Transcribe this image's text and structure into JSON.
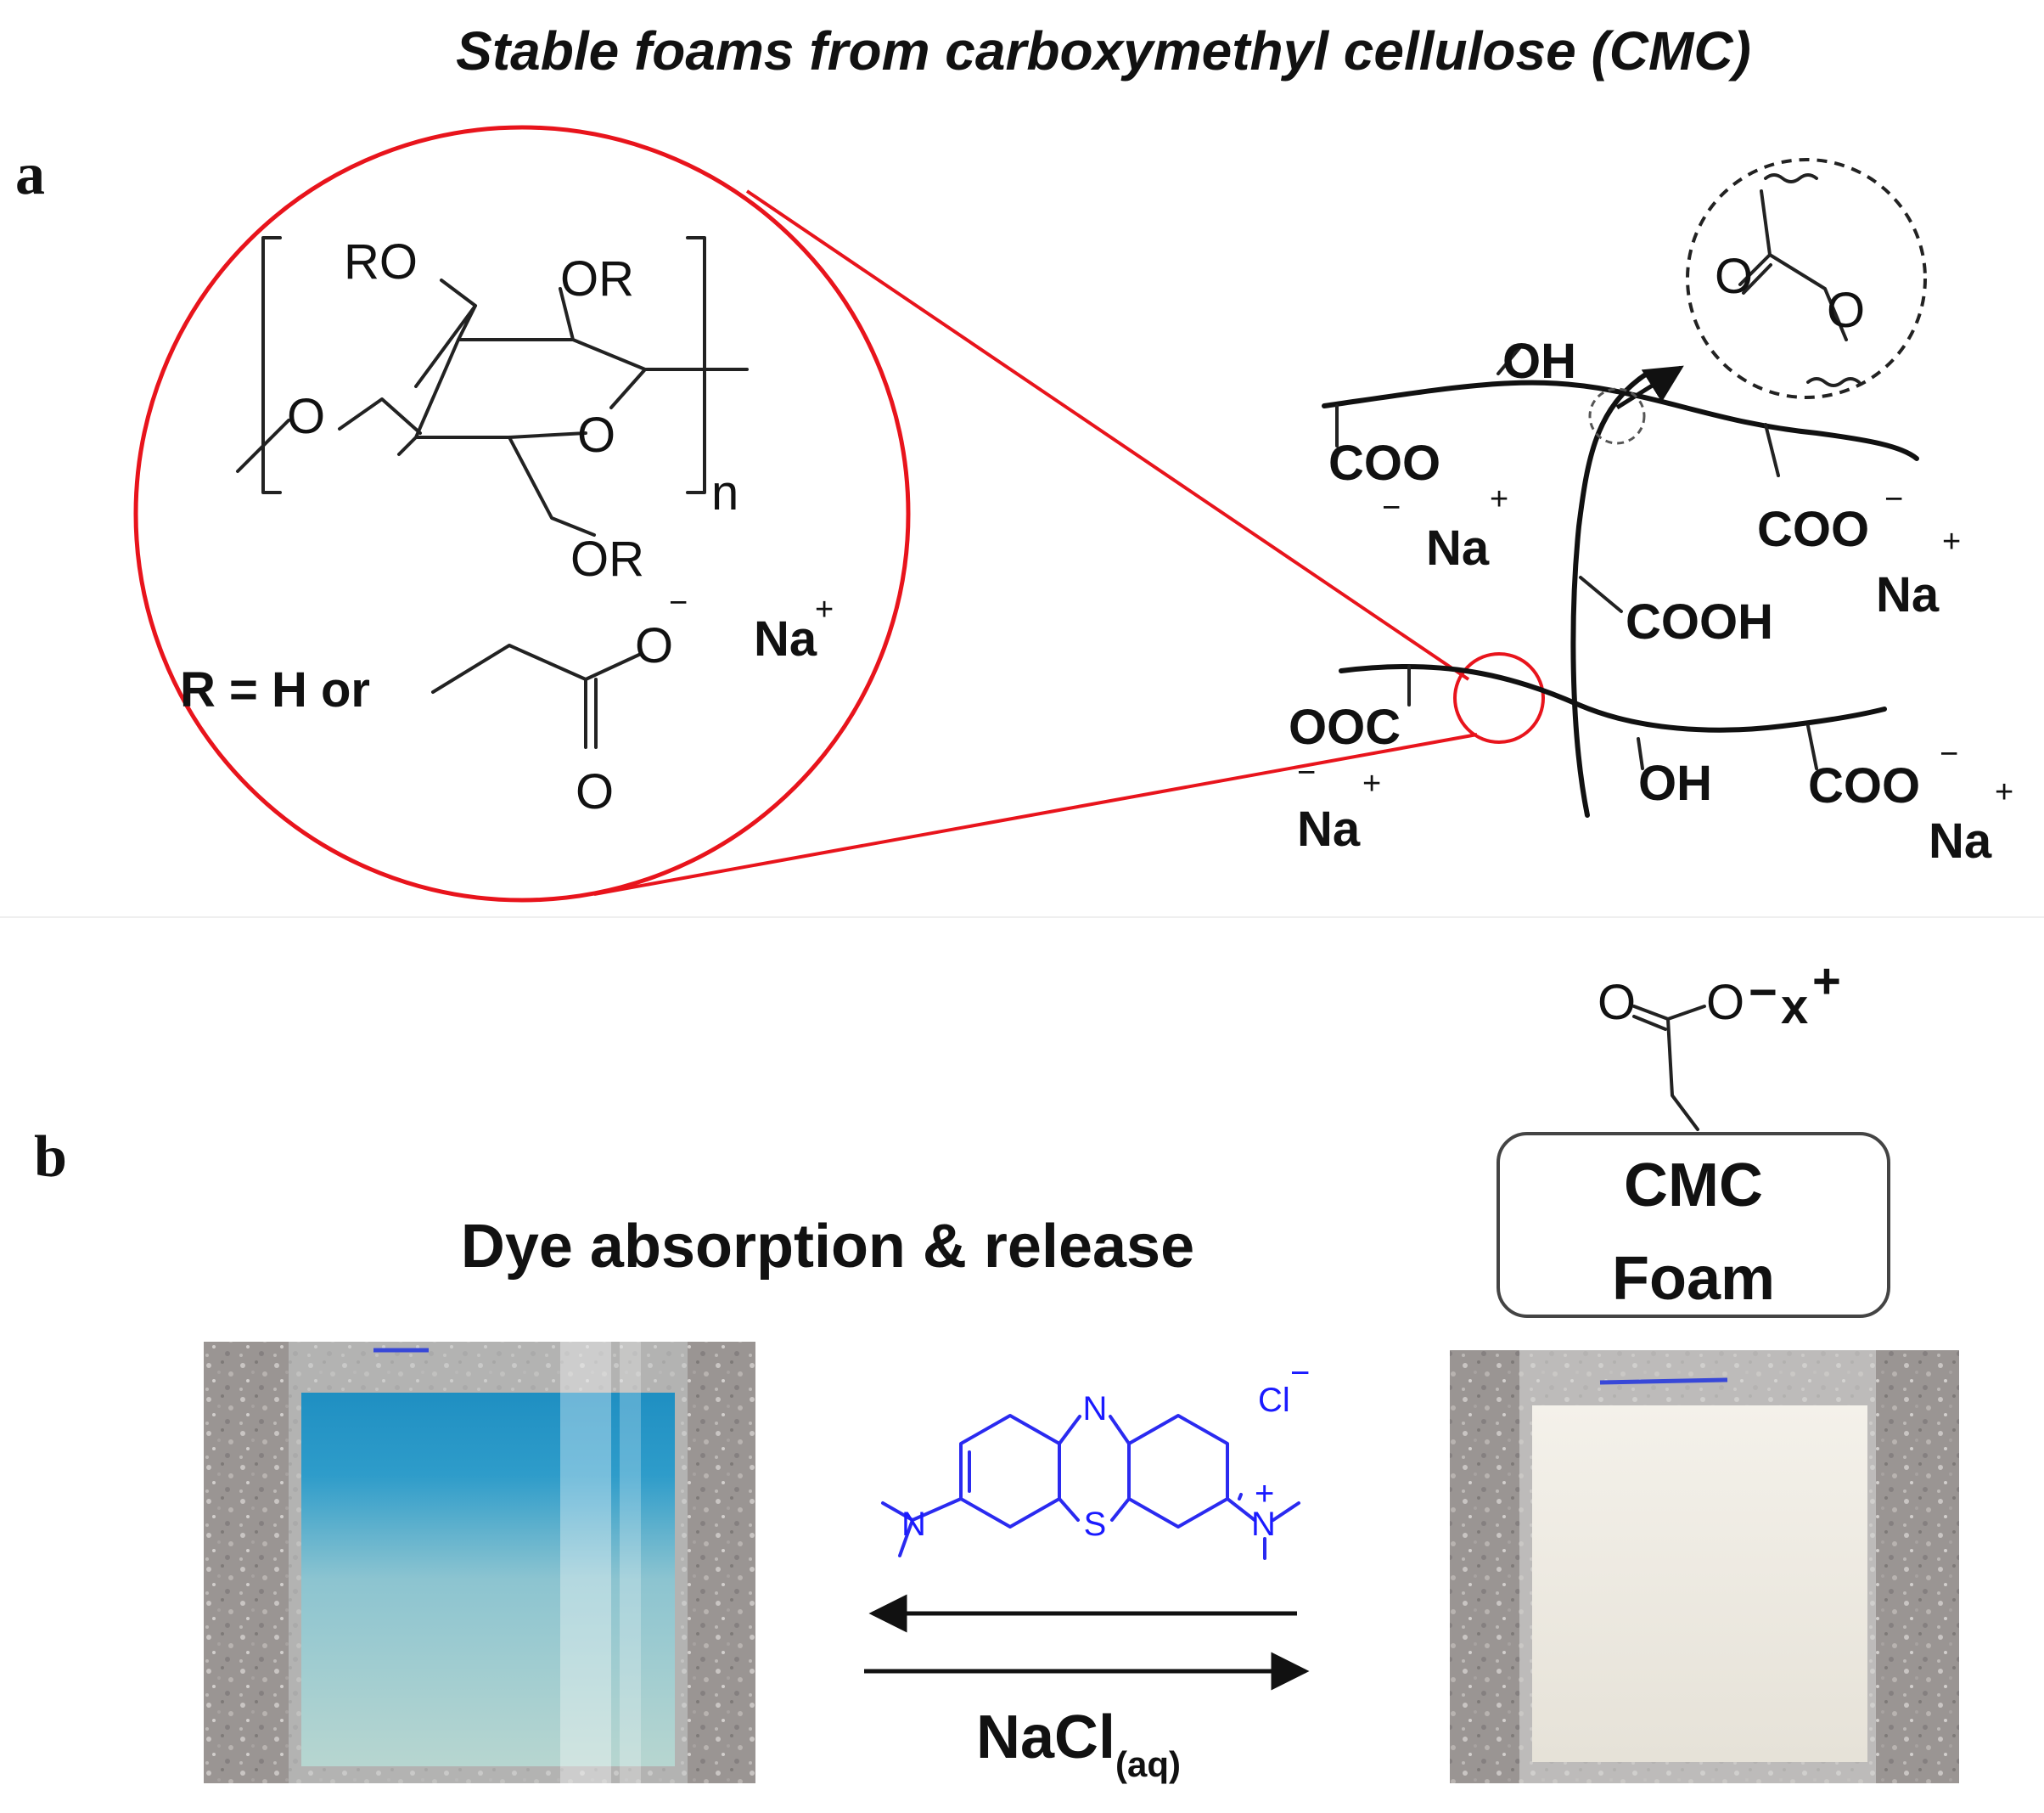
{
  "title": "Stable foams from carboxymethyl cellulose (CMC)",
  "panel_a": {
    "label": "a",
    "zoom_structure": {
      "substituents": [
        "RO",
        "OR",
        "OR"
      ],
      "ring_oxygens": [
        "O",
        "O"
      ],
      "repeat_subscript": "n",
      "r_definition": "R = H or",
      "carbonyl_o": "O",
      "carboxylate_o": "O",
      "carboxylate_charge": "−",
      "counter_ion": "Na",
      "counter_charge": "+"
    },
    "network": {
      "inset_o1": "O",
      "inset_o2": "O",
      "labels": [
        {
          "text": "OH"
        },
        {
          "text": "COO",
          "charge": "−",
          "ion": "Na",
          "ion_charge": "+"
        },
        {
          "text": "COO",
          "charge": "−",
          "ion": "Na",
          "ion_charge": "+"
        },
        {
          "text": "COOH"
        },
        {
          "text": "OOC",
          "charge": "−",
          "ion": "Na",
          "ion_charge": "+"
        },
        {
          "text": "OH"
        },
        {
          "text": "COO",
          "charge": "−",
          "ion": "Na",
          "ion_charge": "+"
        }
      ]
    }
  },
  "panel_b": {
    "label": "b",
    "heading": "Dye absorption & release",
    "foam_box": {
      "line1": "CMC",
      "line2": "Foam"
    },
    "foam_group": {
      "o1": "O",
      "o2": "O",
      "charge": "−",
      "ion": "x",
      "ion_charge": "+"
    },
    "dye": {
      "n_top": "N",
      "s_bottom": "S",
      "n_left": "N",
      "n_right": "N",
      "n_right_charge": "+",
      "anion": "Cl",
      "anion_charge": "−"
    },
    "reagent": {
      "main": "NaCl",
      "subscript": "(aq)"
    }
  },
  "colors": {
    "zoom_circle": "#e8141c",
    "dye_structure": "#1a1aff",
    "left_photo_blue": "#2a9cc8",
    "right_photo_white": "#ece8df"
  }
}
